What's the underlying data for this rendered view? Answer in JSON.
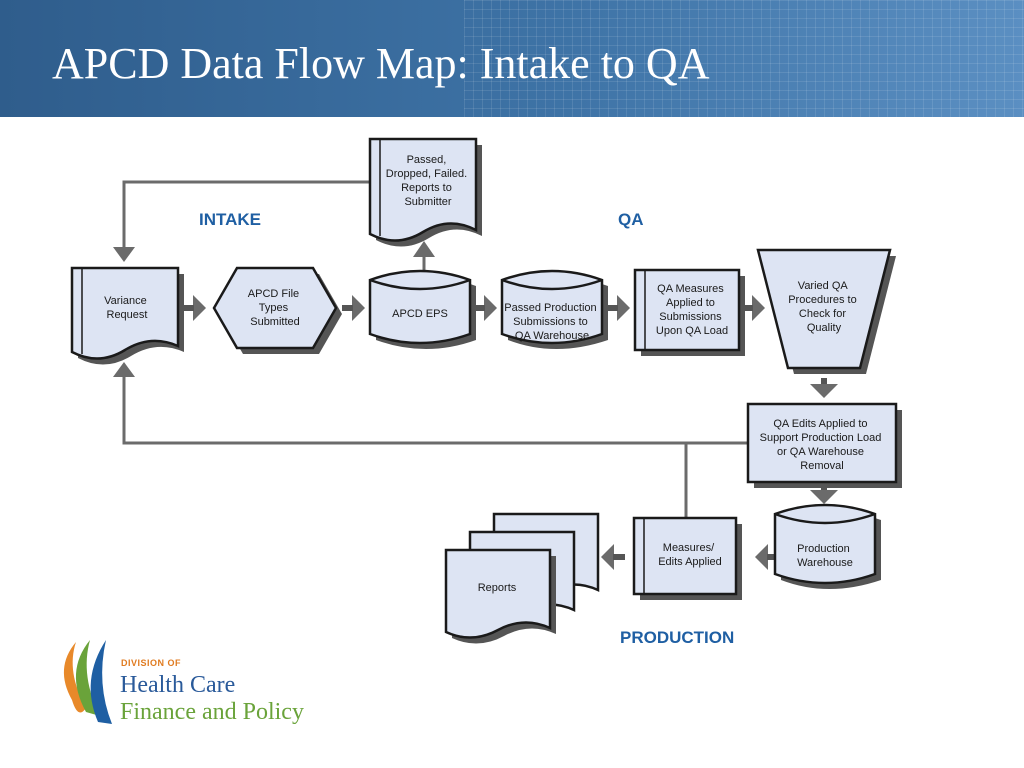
{
  "title": "APCD Data Flow Map:  Intake to QA",
  "sections": {
    "intake": "INTAKE",
    "qa": "QA",
    "production": "PRODUCTION"
  },
  "nodes": {
    "report_to_submitter": [
      "Passed,",
      "Dropped, Failed.",
      "Reports to",
      "Submitter"
    ],
    "variance_request": [
      "Variance",
      "Request"
    ],
    "apcd_file_types": [
      "APCD File",
      "Types",
      "Submitted"
    ],
    "apcd_eps": [
      "APCD EPS"
    ],
    "passed_production": [
      "Passed Production",
      "Submissions to",
      "QA Warehouse"
    ],
    "qa_measures": [
      "QA Measures",
      "Applied to",
      "Submissions",
      "Upon QA Load"
    ],
    "varied_qa": [
      "Varied QA",
      "Procedures to",
      "Check for",
      "Quality"
    ],
    "qa_edits": [
      "QA Edits Applied to",
      "Support Production Load",
      "or QA Warehouse",
      "Removal"
    ],
    "production_warehouse": [
      "Production",
      "Warehouse"
    ],
    "measures_edits": [
      "Measures/",
      "Edits Applied"
    ],
    "reports": [
      "Reports"
    ]
  },
  "logo": {
    "line1": "DIVISION OF",
    "line2": "Health Care",
    "line3": "Finance and Policy"
  },
  "colors": {
    "header": "#3e73a6",
    "shape_fill": "#dde4f3",
    "section_text": "#1f5fa3",
    "connector": "#6b6b6b"
  }
}
